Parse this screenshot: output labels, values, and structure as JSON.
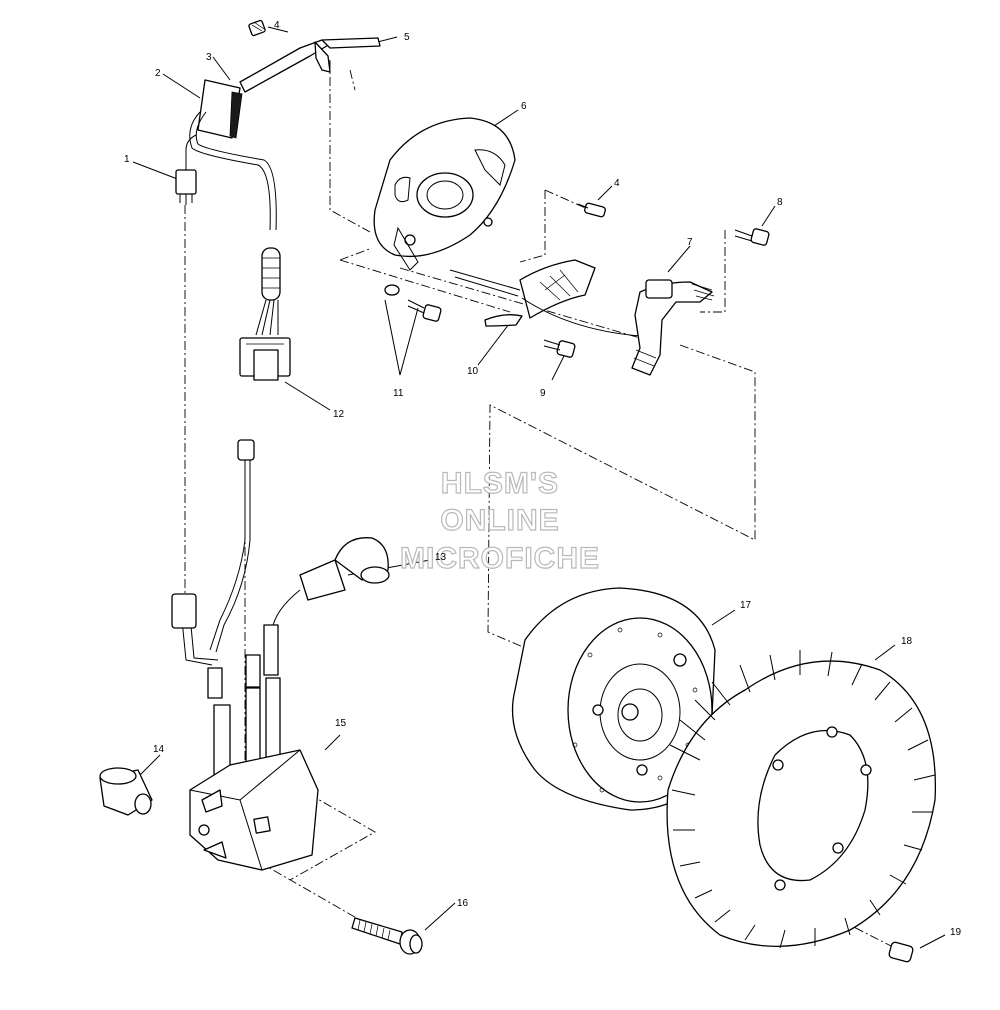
{
  "watermark": {
    "line1": "HLSM'S",
    "line2": "ONLINE",
    "line3": "MICROFICHE"
  },
  "callouts": [
    {
      "id": "c1",
      "text": "1"
    },
    {
      "id": "c2",
      "text": "2"
    },
    {
      "id": "c3",
      "text": "3"
    },
    {
      "id": "c4a",
      "text": "4"
    },
    {
      "id": "c4b",
      "text": "4"
    },
    {
      "id": "c5",
      "text": "5"
    },
    {
      "id": "c6",
      "text": "6"
    },
    {
      "id": "c7",
      "text": "7"
    },
    {
      "id": "c8",
      "text": "8"
    },
    {
      "id": "c9",
      "text": "9"
    },
    {
      "id": "c10",
      "text": "10"
    },
    {
      "id": "c11",
      "text": "11"
    },
    {
      "id": "c12",
      "text": "12"
    },
    {
      "id": "c13",
      "text": "13"
    },
    {
      "id": "c14",
      "text": "14"
    },
    {
      "id": "c15",
      "text": "15"
    },
    {
      "id": "c16",
      "text": "16"
    },
    {
      "id": "c17",
      "text": "17"
    },
    {
      "id": "c18",
      "text": "18"
    },
    {
      "id": "c19",
      "text": "19"
    }
  ]
}
